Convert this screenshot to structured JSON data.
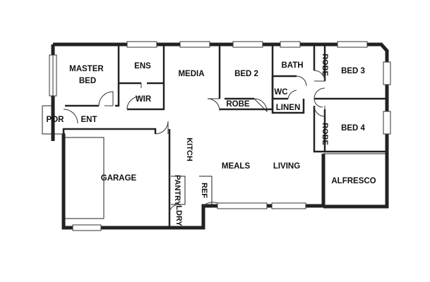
{
  "plan": {
    "rooms": {
      "master_bed": [
        "MASTER",
        "BED"
      ],
      "ens": "ENS",
      "wir": "WIR",
      "media": "MEDIA",
      "bed2": "BED 2",
      "robe_bed2": "ROBE",
      "bath": "BATH",
      "wc": "WC",
      "linen": "LINEN",
      "robe_bed3": "ROBE",
      "bed3": "BED 3",
      "robe_bed4": "ROBE",
      "bed4": "BED 4",
      "por": "POR",
      "ent": "ENT",
      "garage": "GARAGE",
      "kitch": "KITCH",
      "pantry": "PANTRY",
      "ref": "REF",
      "lory": "LDRY",
      "meals": "MEALS",
      "living": "LIVING",
      "alfresco": "ALFRESCO"
    }
  }
}
